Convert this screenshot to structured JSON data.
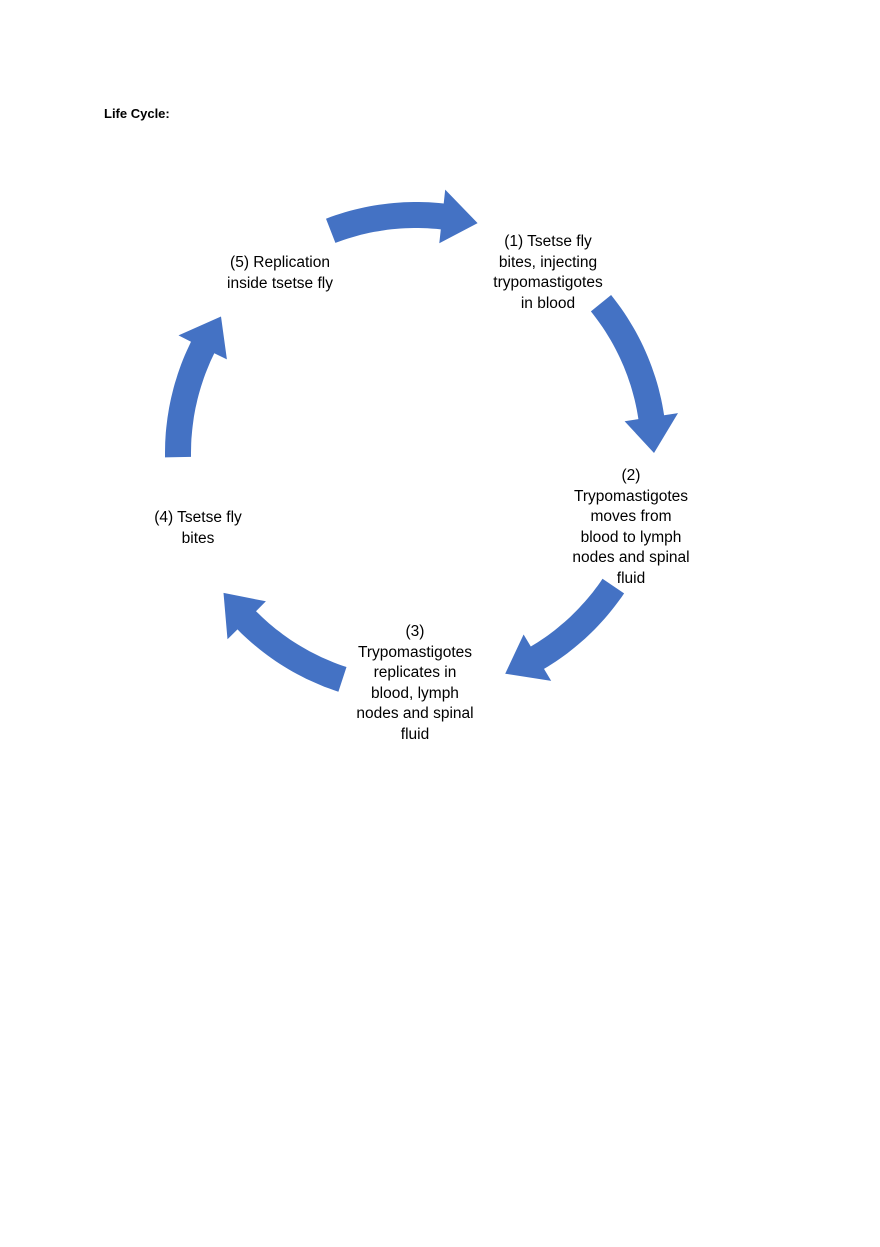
{
  "section_heading": "Life Cycle:",
  "diagram": {
    "type": "cycle",
    "arrow_color": "#4472C4",
    "steps": [
      {
        "label": "(1) Tsetse fly\nbites, injecting\ntrypomastigotes\nin blood"
      },
      {
        "label": "(2)\nTrypomastigotes\nmoves from\nblood to lymph\nnodes and spinal\nfluid"
      },
      {
        "label": "(3)\nTrypomastigotes\nreplicates in\nblood, lymph\nnodes and spinal\nfluid"
      },
      {
        "label": "(4) Tsetse fly\nbites"
      },
      {
        "label": "(5) Replication\ninside tsetse fly"
      }
    ]
  }
}
